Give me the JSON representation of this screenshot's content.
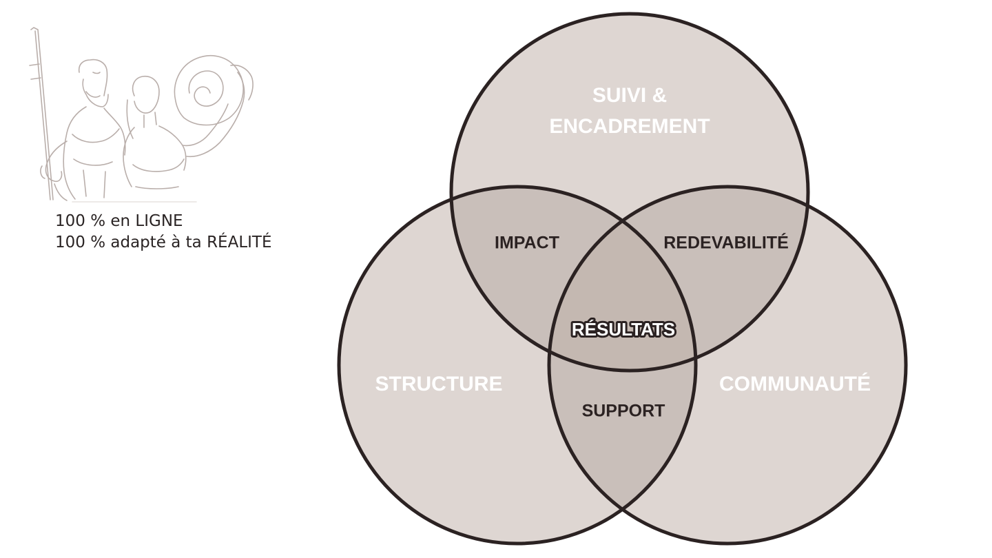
{
  "tagline": {
    "line1": "100 % en LIGNE",
    "line2": "100 % adapté à ta RÉALITÉ"
  },
  "illustration": {
    "icon": "athletes-line-art-illustration"
  },
  "venn": {
    "sets": {
      "top_line1": "SUIVI &",
      "top_line2": "ENCADREMENT",
      "left": "STRUCTURE",
      "right": "COMMUNAUTÉ"
    },
    "intersections": {
      "top_left": "IMPACT",
      "top_right": "REDEVABILITÉ",
      "bottom": "SUPPORT",
      "center": "RÉSULTATS"
    },
    "colors": {
      "circle_fill": "#ded6d2",
      "pair_overlap_fill": "#c9bfba",
      "center_fill": "#c4b8b1",
      "outline": "#2b2222",
      "set_label": "#ffffff",
      "intersection_label": "#2b2222"
    }
  }
}
